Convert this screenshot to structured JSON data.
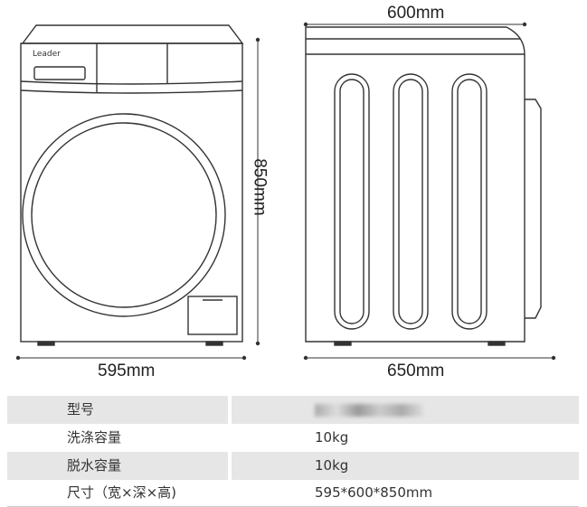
{
  "front_view": {
    "brand_logo": "Leader",
    "width_label": "595mm",
    "height_label": "850mm"
  },
  "side_view": {
    "top_depth_label": "600mm",
    "bottom_depth_label": "650mm"
  },
  "specs": {
    "rows": [
      {
        "label": "型号",
        "value": ""
      },
      {
        "label": "洗涤容量",
        "value": "10kg"
      },
      {
        "label": "脱水容量",
        "value": "10kg"
      },
      {
        "label": "尺寸（宽×深×高)",
        "value": "595*600*850mm"
      }
    ]
  }
}
